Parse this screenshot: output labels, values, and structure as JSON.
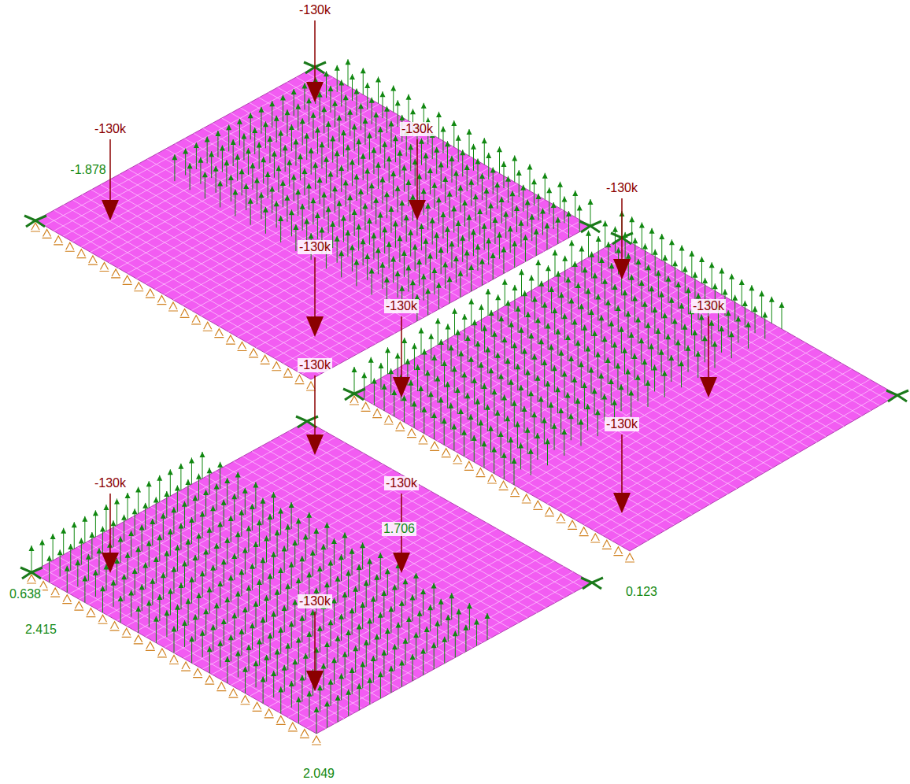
{
  "diagram": {
    "labels": [
      "-130k",
      "-130k",
      "-130k",
      "-130k",
      "-130k",
      "-130k",
      "-130k",
      "-130k",
      "-130k",
      "-130k",
      "-130k",
      "-130k",
      "-1.878",
      "1.706",
      "0.638",
      "2.415",
      "2.049",
      "0.123"
    ]
  }
}
